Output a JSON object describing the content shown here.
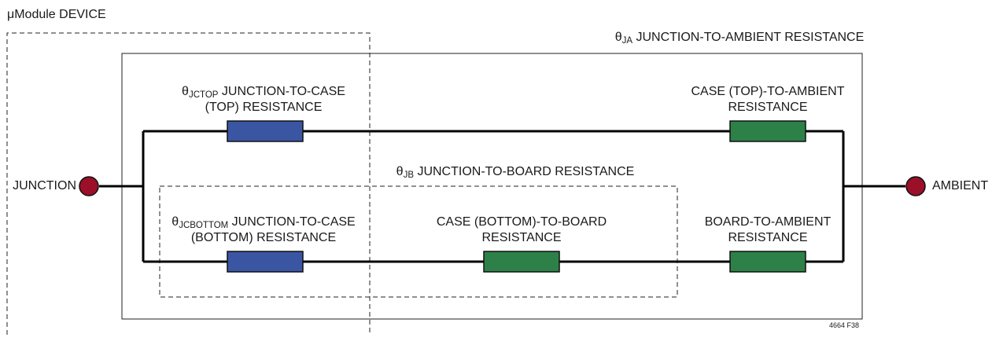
{
  "device_label": "μModule DEVICE",
  "theta_ja": {
    "symbol": "θ",
    "sub": "JA",
    "text": " JUNCTION-TO-AMBIENT RESISTANCE"
  },
  "theta_jb": {
    "symbol": "θ",
    "sub": "JB",
    "text": " JUNCTION-TO-BOARD RESISTANCE"
  },
  "theta_jctop": {
    "symbol": "θ",
    "sub": "JCTOP",
    "line1": " JUNCTION-TO-CASE",
    "line2": "(TOP) RESISTANCE"
  },
  "theta_jcbottom": {
    "symbol": "θ",
    "sub": "JCBOTTOM",
    "line1": " JUNCTION-TO-CASE",
    "line2": "(BOTTOM) RESISTANCE"
  },
  "case_top_ambient": {
    "line1": "CASE (TOP)-TO-AMBIENT",
    "line2": "RESISTANCE"
  },
  "case_bottom_board": {
    "line1": "CASE (BOTTOM)-TO-BOARD",
    "line2": "RESISTANCE"
  },
  "board_ambient": {
    "line1": "BOARD-TO-AMBIENT",
    "line2": "RESISTANCE"
  },
  "junction_label": "JUNCTION",
  "ambient_label": "AMBIENT",
  "figure_code": "4664 F38",
  "colors": {
    "junction_resistor": "#3a56a3",
    "ambient_resistor": "#2e8049",
    "node": "#9b0f28",
    "line": "#000000"
  }
}
